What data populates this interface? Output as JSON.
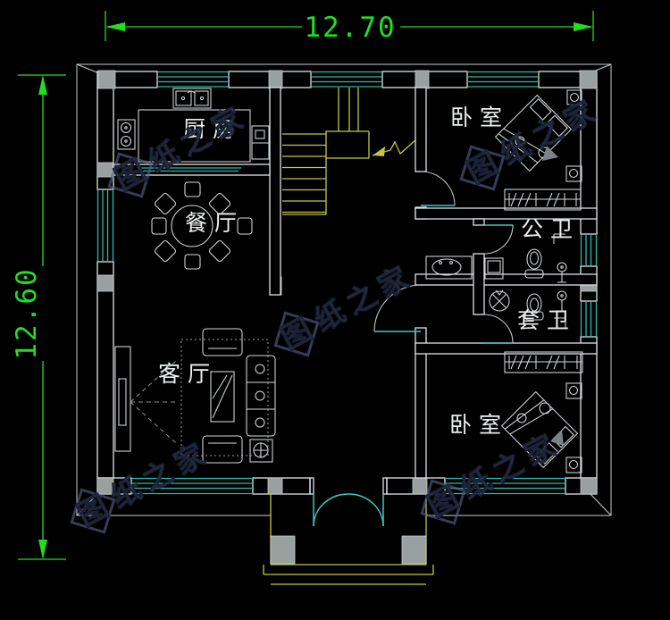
{
  "dimensions": {
    "width": "12.70",
    "height": "12.60"
  },
  "rooms": {
    "kitchen": "厨房",
    "dining": "餐厅",
    "living": "客厅",
    "bedroom_top": "卧室",
    "bedroom_bottom": "卧室",
    "bath_public": "公卫",
    "bath_ensuite": "套卫"
  },
  "watermark": {
    "logo_char": "图",
    "text": "纸之家",
    "full_name": "图纸之家"
  },
  "colors": {
    "background": "#000000",
    "line": "#dfe4e6",
    "window": "#2fb8a8",
    "door": "#3fc9c0",
    "stair": "#c6c63e",
    "dimension": "#22dd22",
    "column": "#9aa0a0",
    "watermark": "#55618a"
  }
}
